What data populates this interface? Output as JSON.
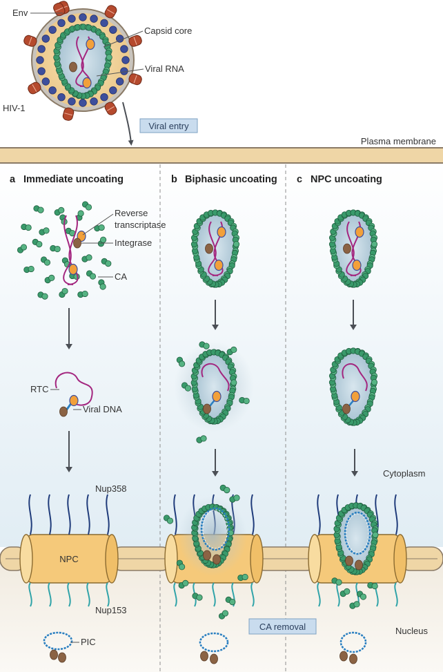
{
  "virion": {
    "env": "Env",
    "capsid_core": "Capsid core",
    "viral_rna": "Viral RNA",
    "hiv": "HIV-1",
    "entry": "Viral entry"
  },
  "membrane": "Plasma membrane",
  "panels": {
    "a": {
      "letter": "a",
      "title": "Immediate uncoating"
    },
    "b": {
      "letter": "b",
      "title": "Biphasic uncoating"
    },
    "c": {
      "letter": "c",
      "title": "NPC uncoating"
    }
  },
  "labels": {
    "reverse_1": "Reverse",
    "reverse_2": "transcriptase",
    "integrase": "Integrase",
    "ca": "CA",
    "rtc": "RTC",
    "viral_dna": "Viral DNA",
    "nup358": "Nup358",
    "npc": "NPC",
    "nup153": "Nup153",
    "pic": "PIC",
    "ca_removal": "CA removal",
    "cytoplasm": "Cytoplasm",
    "nucleus": "Nucleus"
  },
  "colors": {
    "capsid": "#3a9a6b",
    "rna": "#a3267f",
    "matrix": "#3e4f9c",
    "env": "#b54a2e",
    "npc": "#f5c97a",
    "membrane": "#efd6a6",
    "nucleoplasm": "#f4efe6",
    "cytoplasm": "#e9f1f6",
    "dna": "#2a7fc0"
  }
}
